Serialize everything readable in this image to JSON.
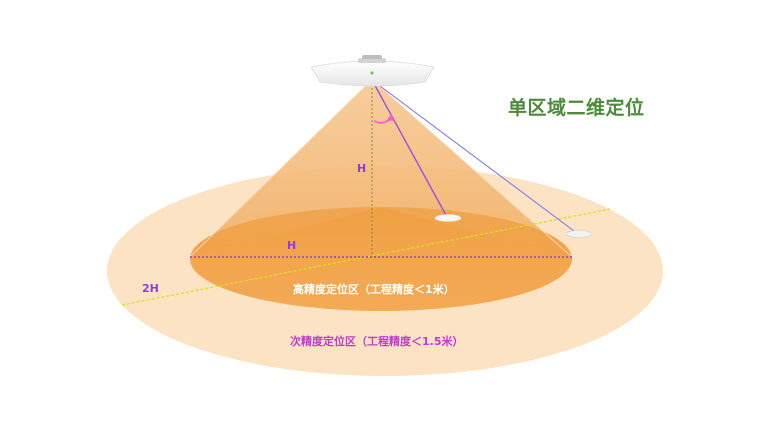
{
  "title": "单区域二维定位",
  "labels": {
    "h_vertical": "H",
    "h_horizontal": "H",
    "two_h": "2H",
    "inner_zone": "高精度定位区（工程精度＜1米）",
    "outer_zone": "次精度定位区（工程精度＜1.5米）"
  },
  "colors": {
    "outer_zone_fill": "#fbe3c3",
    "inner_zone_fill": "#f2a54a",
    "cone_fill": "#f2b878",
    "title_color": "#4d8a3c",
    "measure_color": "#8b3fd6",
    "outer_label_color": "#c13bd0",
    "axis_line_color": "#d9e021",
    "rotation_arrow_color": "#ff5fc8"
  }
}
